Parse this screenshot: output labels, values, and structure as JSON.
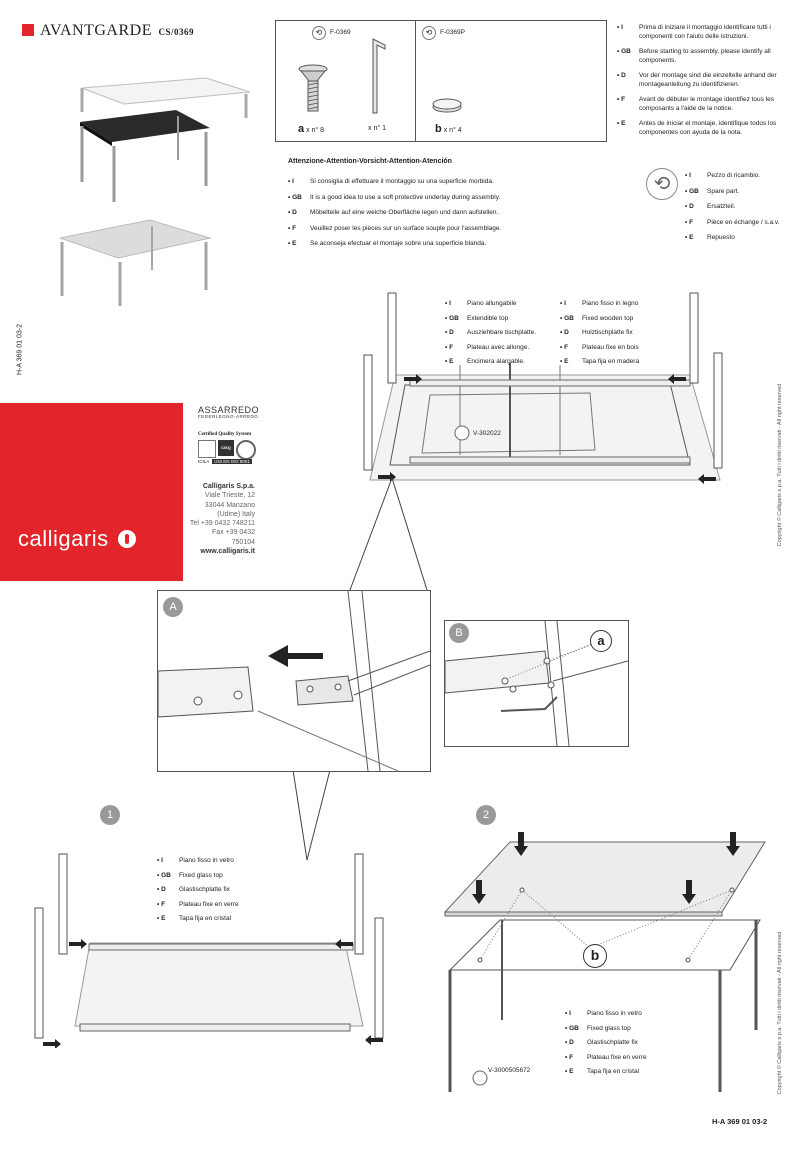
{
  "header": {
    "brand_name": "AVANTGARDE",
    "product_code": "CS/0369",
    "doc_code_vertical": "H-A 369 01 03-2"
  },
  "parts_box": {
    "code_left": "F-0369",
    "code_right": "F-0369P",
    "part_a_letter": "a",
    "part_a_qty": "x n° 8",
    "part_key_qty": "x n° 1",
    "part_b_letter": "b",
    "part_b_qty": "x n° 4"
  },
  "identify_notes": [
    {
      "code": "I",
      "text": "Prima di iniziare il montaggio identificare tutti i componenti con l'aiuto delle istruzioni."
    },
    {
      "code": "GB",
      "text": "Before starting to assembly, please identify all components."
    },
    {
      "code": "D",
      "text": "Vor der montage sind die einzeltelle anhand der montageanleitung zu identifizieren."
    },
    {
      "code": "F",
      "text": "Avant de débuter le montage identifiez tous les composants a l'aide de la notice."
    },
    {
      "code": "E",
      "text": "Antes de iniciar el montaje, identifique todos los componentes con ayuda de la nota."
    }
  ],
  "attention": {
    "title": "Attenzione-Attention-Vorsicht-Attention-Atención",
    "items": [
      {
        "code": "I",
        "text": "Si consiglia di effettuare il montaggio su una superficie morbida."
      },
      {
        "code": "GB",
        "text": "It is a good idea to use a soft protective underlay during assembly."
      },
      {
        "code": "D",
        "text": "Möbelteile auf eine weiche Oberfläche legen und dann aufstellen."
      },
      {
        "code": "F",
        "text": "Veuillez poser les pièces sur un surface souple pour l'assemblage."
      },
      {
        "code": "E",
        "text": "Se aconseja efectuar el montaje sobre una superficie blanda."
      }
    ]
  },
  "spare_part": [
    {
      "code": "I",
      "text": "Pezzo di ricambio."
    },
    {
      "code": "GB",
      "text": "Spare part."
    },
    {
      "code": "D",
      "text": "Ersatzteil."
    },
    {
      "code": "F",
      "text": "Pièce en échange / s.a.v."
    },
    {
      "code": "E",
      "text": "Repuesto"
    }
  ],
  "top_diagram": {
    "extendible": [
      {
        "code": "I",
        "text": "Piano allungabile"
      },
      {
        "code": "GB",
        "text": "Extendible top"
      },
      {
        "code": "D",
        "text": "Ausziehbare tischplatte."
      },
      {
        "code": "F",
        "text": "Plateau avec allonge."
      },
      {
        "code": "E",
        "text": "Encimera alargable."
      }
    ],
    "wooden": [
      {
        "code": "I",
        "text": "Piano fisso in legno"
      },
      {
        "code": "GB",
        "text": "Fixed wooden top"
      },
      {
        "code": "D",
        "text": "Holztischplatte fix"
      },
      {
        "code": "F",
        "text": "Plateau fixe en bois"
      },
      {
        "code": "E",
        "text": "Tapa fija en madera"
      }
    ],
    "spare_code": "V-302022"
  },
  "company": {
    "logo_text": "calligaris",
    "assarredo": "ASSARREDO",
    "assarredo_sub": "FEDERLEGNO-ARREDO",
    "cert_title": "Certified Quality System",
    "cert_cisq": "CISQ",
    "cert_icila": "ICILA",
    "cert_iso": "UNI EN ISO 9001",
    "name": "Calligaris S.p.a.",
    "street": "Viale Trieste, 12",
    "city": "33044 Manzano",
    "region": "(Udine) Italy",
    "tel": "Tel +39 0432 748211",
    "fax": "Fax +39 0432 750104",
    "web": "www.calligaris.it"
  },
  "detail_labels": {
    "a": "A",
    "b": "B",
    "b_part": "a"
  },
  "steps": {
    "step1": "1",
    "step2": "2",
    "step2_part": "b"
  },
  "step1_glass": [
    {
      "code": "I",
      "text": "Piano fisso in vetro"
    },
    {
      "code": "GB",
      "text": "Fixed glass top"
    },
    {
      "code": "D",
      "text": "Glastischplatte fix"
    },
    {
      "code": "F",
      "text": "Plateau fixe en verre"
    },
    {
      "code": "E",
      "text": "Tapa fija en cristal"
    }
  ],
  "step2_glass": [
    {
      "code": "I",
      "text": "Piano fisso in vetro"
    },
    {
      "code": "GB",
      "text": "Fixed glass top"
    },
    {
      "code": "D",
      "text": "Glastischplatte fix"
    },
    {
      "code": "F",
      "text": "Plateau fixe en verre"
    },
    {
      "code": "E",
      "text": "Tapa fija en cristal"
    }
  ],
  "step2_spare_code": "V-3000505672",
  "copyright": "Copyright © Calligaris s.p.a. Tutti i diritti riservati - All right reserved",
  "footer_code": "H-A 369 01 03-2",
  "colors": {
    "brand_red": "#e3252b"
  }
}
